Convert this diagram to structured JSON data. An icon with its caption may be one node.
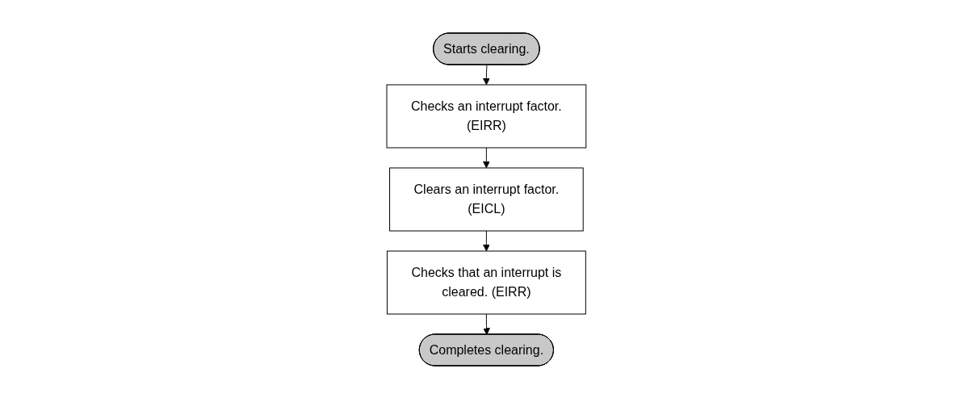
{
  "diagram": {
    "nodes": [
      {
        "text": [
          "Starts clearing."
        ]
      },
      {
        "text": [
          "Checks an interrupt factor. (EIRR)"
        ]
      },
      {
        "text": [
          "Clears an interrupt factor. (EICL)"
        ]
      },
      {
        "text": [
          "Checks that an interrupt is cleared. (EIRR)"
        ]
      },
      {
        "text": [
          "Completes clearing."
        ]
      }
    ],
    "edges": [
      {
        "from": 0,
        "to": 1,
        "arrow": "to"
      },
      {
        "from": 1,
        "to": 2,
        "arrow": "to"
      },
      {
        "from": 2,
        "to": 3,
        "arrow": "to"
      },
      {
        "from": 3,
        "to": 4,
        "arrow": "to"
      }
    ]
  }
}
